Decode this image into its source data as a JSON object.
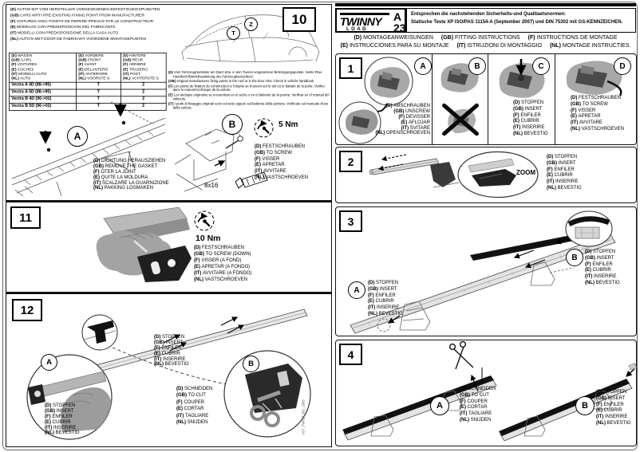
{
  "left": {
    "step10": {
      "number": "10",
      "note": [
        {
          "lang": "D",
          "text": "AUTOS MIT VOM HERSTELLER VORGESEHENEN BEFESTIGUNGSPUNKTEN"
        },
        {
          "lang": "GB",
          "text": "CARS WITH PRE-EXISTING FIXING POINT FROM MANUFACTURER"
        },
        {
          "lang": "F",
          "text": "VOITURES AVEC POINTS DE REPERE PREVUS PAR LE CONSTRUCTEUR"
        },
        {
          "lang": "E",
          "text": "MODELOS CON PREDISPOSICION DEL FABRICANTE"
        },
        {
          "lang": "IT",
          "text": "MODELLI CON PREDISPOSIZIONE DELLA CASA AUTO"
        },
        {
          "lang": "NL",
          "text": "AUTO'S MET DOOR DE FABRIKANT VOORZIENE MONTAGEPUNTEN"
        }
      ],
      "marker_t": "T",
      "marker_z": "Z",
      "handbook_note": [
        {
          "lang": "D",
          "text": "Vom Fahrzeughersteller am Dach bzw. in den Tueren vorgesehene Befestigungspunkte. Siehe Pkw-Handbuch/Betriebsanleitung des Fahrzeugherstellers/."
        },
        {
          "lang": "GB",
          "text": "Original manufactures fixing points in the roof or in the door shut. Check in vehicle handbook."
        },
        {
          "lang": "F",
          "text": "Les points de fixation du constructeur a l'origine se trouvent sur le toit ou le battant de la porte. Verifier dans le manuel technique de la voiture."
        },
        {
          "lang": "E",
          "text": "Los anclajes originales se encuentran en el techo o en el batiente de la puerta. Verificar en el manual del vehiculo."
        },
        {
          "lang": "IT",
          "text": "I punti di fissaggio originali sono sul tetto oppure sul battente della portiera. Verificate sul manuale d'uso della vettura."
        }
      ],
      "table": {
        "col1": [
          {
            "lang": "D",
            "text": "WAGEN"
          },
          {
            "lang": "GB",
            "text": "CARS"
          },
          {
            "lang": "F",
            "text": "VOITURES"
          },
          {
            "lang": "E",
            "text": "COCHES"
          },
          {
            "lang": "IT",
            "text": "MODELLI AUTO"
          },
          {
            "lang": "NL",
            "text": "AUTO"
          }
        ],
        "col2": [
          {
            "lang": "D",
            "text": "VORDERE"
          },
          {
            "lang": "GB",
            "text": "FRONT"
          },
          {
            "lang": "F",
            "text": "AVANT"
          },
          {
            "lang": "E",
            "text": "DELANTERO"
          },
          {
            "lang": "IT",
            "text": "ANTERIORE"
          },
          {
            "lang": "NL",
            "text": "VOORSTE G"
          }
        ],
        "col3": [
          {
            "lang": "D",
            "text": "HINTERE"
          },
          {
            "lang": "GB",
            "text": "REAR"
          },
          {
            "lang": "F",
            "text": "ARRIERE"
          },
          {
            "lang": "E",
            "text": "TRASERO"
          },
          {
            "lang": "IT",
            "text": "POST."
          },
          {
            "lang": "NL",
            "text": "ACHTERSTE G"
          }
        ],
        "rows": [
          [
            "Vectra A 4D (88->95)",
            "T",
            "Z"
          ],
          [
            "Vectra A 5D (88->95)",
            "T",
            "Z"
          ],
          [
            "Vectra B 4D (96->02)",
            "T",
            "Z"
          ],
          [
            "Vectra B 5D (96->02)",
            "T",
            "Z"
          ]
        ]
      },
      "gasket": {
        "label": "A",
        "steps": [
          {
            "lang": "D",
            "text": "DICHTUNG HERAUSZIEHEN"
          },
          {
            "lang": "GB",
            "text": "REMOVE THE GASKET"
          },
          {
            "lang": "F",
            "text": "OTER LA JOINT"
          },
          {
            "lang": "E",
            "text": "QUITE LA MOLDURA"
          },
          {
            "lang": "IT",
            "text": "SCALZARE LA GUARNIZIONE"
          },
          {
            "lang": "NL",
            "text": "PAKKING LOSMAKEN"
          }
        ]
      },
      "screw": {
        "label": "B",
        "torque": "5 Nm",
        "bolt": "8x16",
        "steps": [
          {
            "lang": "D",
            "text": "FESTSCHRAUBEN"
          },
          {
            "lang": "GB",
            "text": "TO SCREW"
          },
          {
            "lang": "F",
            "text": "VISSER"
          },
          {
            "lang": "E",
            "text": "APRETAR"
          },
          {
            "lang": "IT",
            "text": "AVVITARE"
          },
          {
            "lang": "NL",
            "text": "VASTSCHROEVEN"
          }
        ]
      }
    },
    "step11": {
      "number": "11",
      "torque": "10 Nm",
      "steps": [
        {
          "lang": "D",
          "text": "FESTSCHRAUBEN"
        },
        {
          "lang": "GB",
          "text": "TO SCREW (DOWN)"
        },
        {
          "lang": "F",
          "text": "VISSER (A FOND)"
        },
        {
          "lang": "E",
          "text": "APRETAR (A FONDO)"
        },
        {
          "lang": "IT",
          "text": "AVVITARE (A FONDO)"
        },
        {
          "lang": "NL",
          "text": "VASTSCHROEVEN"
        }
      ]
    },
    "step12": {
      "number": "12",
      "slide_steps": [
        {
          "lang": "D",
          "text": "STOPFEN"
        },
        {
          "lang": "GB",
          "text": "INSERT"
        },
        {
          "lang": "F",
          "text": "ENFILER"
        },
        {
          "lang": "E",
          "text": "CUBRIR"
        },
        {
          "lang": "IT",
          "text": "INSERIRE"
        },
        {
          "lang": "NL",
          "text": "BEVESTIG"
        }
      ],
      "sectionA": {
        "label": "A",
        "steps": [
          {
            "lang": "D",
            "text": "STOPFEN"
          },
          {
            "lang": "GB",
            "text": "INSERT"
          },
          {
            "lang": "F",
            "text": "ENFILER"
          },
          {
            "lang": "E",
            "text": "CUBRIR"
          },
          {
            "lang": "IT",
            "text": "INSERIRE"
          },
          {
            "lang": "NL",
            "text": "BEVESTIG"
          }
        ]
      },
      "sectionB": {
        "label": "B",
        "steps": [
          {
            "lang": "D",
            "text": "SCHNEIDEN"
          },
          {
            "lang": "GB",
            "text": "TO CUT"
          },
          {
            "lang": "F",
            "text": "COUPER"
          },
          {
            "lang": "E",
            "text": "CORTAR"
          },
          {
            "lang": "IT",
            "text": "TAGLIARE"
          },
          {
            "lang": "NL",
            "text": "SNIJDEN"
          }
        ]
      },
      "side_code": "007_TWA23_BO_1808"
    }
  },
  "right": {
    "header": {
      "brand": "TWINNY",
      "brand_sub": "LOAD",
      "model": "A 23",
      "norms_line1": "Entsprechen die nachstehenden Sicherheits-und Qualitaetsnormen:",
      "norms_line2": "Statische Teste XP ISO/PAS 11154-A (September 2007) und DIN 75302 mit GS-KENNZEICHEN.",
      "fitting_line1": [
        {
          "lang": "D",
          "text": "MONTAGEANWEISUNGEN"
        },
        {
          "lang": "GB",
          "text": "FITTING INSTRUCTIONS"
        },
        {
          "lang": "F",
          "text": "INSTRUCTIONS DE MONTAGE"
        }
      ],
      "fitting_line2": [
        {
          "lang": "E",
          "text": "INSTRUCCIONES PARA SU MONTAJE"
        },
        {
          "lang": "IT",
          "text": "ISTRUZIONI DI MONTAGGIO"
        },
        {
          "lang": "NL",
          "text": "MONTAGE INSTRUCTIES."
        }
      ]
    },
    "step1": {
      "number": "1",
      "panelA": {
        "label": "A",
        "steps": [
          {
            "lang": "D",
            "text": "ABSCHRAUBEN"
          },
          {
            "lang": "GB",
            "text": "UNSCREW"
          },
          {
            "lang": "F",
            "text": "DEVISSER"
          },
          {
            "lang": "E",
            "text": "AFLOJAR"
          },
          {
            "lang": "IT",
            "text": "SVITARE"
          },
          {
            "lang": "NL",
            "text": "OPENSCHROEVEN"
          }
        ]
      },
      "panelB": {
        "label": "B"
      },
      "panelC": {
        "label": "C",
        "steps": [
          {
            "lang": "D",
            "text": "STOPFEN"
          },
          {
            "lang": "GB",
            "text": "INSERT"
          },
          {
            "lang": "F",
            "text": "ENFILER"
          },
          {
            "lang": "E",
            "text": "CUBRIR"
          },
          {
            "lang": "IT",
            "text": "INSERIRE"
          },
          {
            "lang": "NL",
            "text": "BEVESTIG"
          }
        ]
      },
      "panelD": {
        "label": "D",
        "steps": [
          {
            "lang": "D",
            "text": "FESTSCHRAUBEN"
          },
          {
            "lang": "GB",
            "text": "TO SCREW"
          },
          {
            "lang": "F",
            "text": "VISSER"
          },
          {
            "lang": "E",
            "text": "APRETAR"
          },
          {
            "lang": "IT",
            "text": "AVVITARE"
          },
          {
            "lang": "NL",
            "text": "VASTSCHROEVEN"
          }
        ]
      }
    },
    "step2": {
      "number": "2",
      "zoom_label": "ZOOM",
      "steps": [
        {
          "lang": "D",
          "text": "STOPFEN"
        },
        {
          "lang": "GB",
          "text": "INSERT"
        },
        {
          "lang": "F",
          "text": "ENFILER"
        },
        {
          "lang": "E",
          "text": "CUBRIR"
        },
        {
          "lang": "IT",
          "text": "INSERIRE"
        },
        {
          "lang": "NL",
          "text": "BEVESTIG"
        }
      ]
    },
    "step3": {
      "number": "3",
      "sectionA": {
        "label": "A",
        "steps": [
          {
            "lang": "D",
            "text": "STOPFEN"
          },
          {
            "lang": "GB",
            "text": "INSERT"
          },
          {
            "lang": "F",
            "text": "ENFILER"
          },
          {
            "lang": "E",
            "text": "CUBRIR"
          },
          {
            "lang": "IT",
            "text": "INSERIRE"
          },
          {
            "lang": "NL",
            "text": "BEVESTIG"
          }
        ]
      },
      "sectionB": {
        "label": "B",
        "steps": [
          {
            "lang": "D",
            "text": "STOPFEN"
          },
          {
            "lang": "GB",
            "text": "INSERT"
          },
          {
            "lang": "F",
            "text": "ENFILER"
          },
          {
            "lang": "E",
            "text": "CUBRIR"
          },
          {
            "lang": "IT",
            "text": "INSERIRE"
          },
          {
            "lang": "NL",
            "text": "BEVESTIG"
          }
        ]
      }
    },
    "step4": {
      "number": "4",
      "sectionA": {
        "label": "A",
        "steps": [
          {
            "lang": "D",
            "text": "SCHNEIDEN"
          },
          {
            "lang": "GB",
            "text": "TO CUT"
          },
          {
            "lang": "F",
            "text": "COUPER"
          },
          {
            "lang": "E",
            "text": "CORTAR"
          },
          {
            "lang": "IT",
            "text": "TAGLIARE"
          },
          {
            "lang": "NL",
            "text": "SNIJDEN"
          }
        ]
      },
      "sectionB": {
        "label": "B",
        "steps": [
          {
            "lang": "D",
            "text": "STOPFEN"
          },
          {
            "lang": "GB",
            "text": "INSERT"
          },
          {
            "lang": "F",
            "text": "ENFILER"
          },
          {
            "lang": "E",
            "text": "CUBRIR"
          },
          {
            "lang": "IT",
            "text": "INSERIRE"
          },
          {
            "lang": "NL",
            "text": "BEVESTIG"
          }
        ]
      }
    }
  }
}
